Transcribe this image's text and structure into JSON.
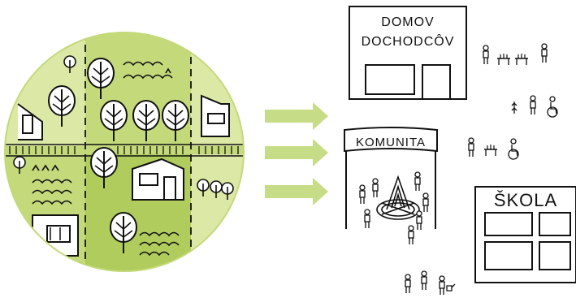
{
  "colors": {
    "circle_light": "#dce9a6",
    "circle_mid": "#c3d97a",
    "circle_dark": "#b0cc5c",
    "arrow": "#c6dc86",
    "ink": "#111111",
    "background": "#ffffff"
  },
  "labels": {
    "retirement_home_line1": "DOMOV",
    "retirement_home_line2": "DOCHODCÔV",
    "community_banner": "KOMUNITA",
    "school": "ŠKOLA"
  },
  "icons": [
    "tree-icon",
    "house-icon",
    "crop-row-icon",
    "person-icon",
    "wheelchair-icon",
    "campfire-icon",
    "arrow-icon"
  ]
}
